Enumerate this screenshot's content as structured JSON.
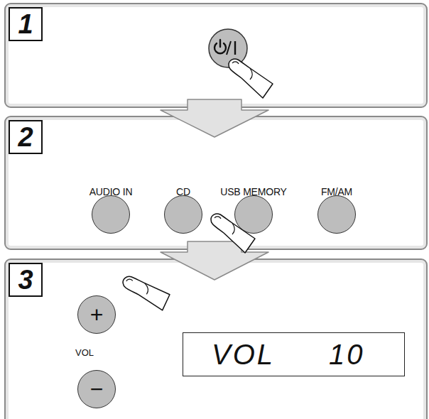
{
  "diagram": {
    "nodes": [
      {
        "text": [
          "1"
        ]
      },
      {
        "text": [
          "2"
        ]
      },
      {
        "text": [
          "AUDIO IN"
        ],
        "in": 1
      },
      {
        "text": [
          "CD"
        ],
        "in": 1
      },
      {
        "text": [
          "USB MEMORY"
        ],
        "in": 1
      },
      {
        "text": [
          "FM/AM"
        ],
        "in": 1
      },
      {
        "text": [
          "3"
        ]
      },
      {
        "text": [
          "+"
        ],
        "in": 6
      },
      {
        "text": [
          "−"
        ],
        "in": 6
      },
      {
        "text": [
          "VOL",
          "10"
        ],
        "in": 6
      }
    ],
    "edges": [
      {
        "from": 0,
        "to": 1,
        "arrow": "to"
      },
      {
        "from": 1,
        "to": 6,
        "arrow": "to"
      }
    ],
    "labels": [
      "VOL"
    ]
  }
}
